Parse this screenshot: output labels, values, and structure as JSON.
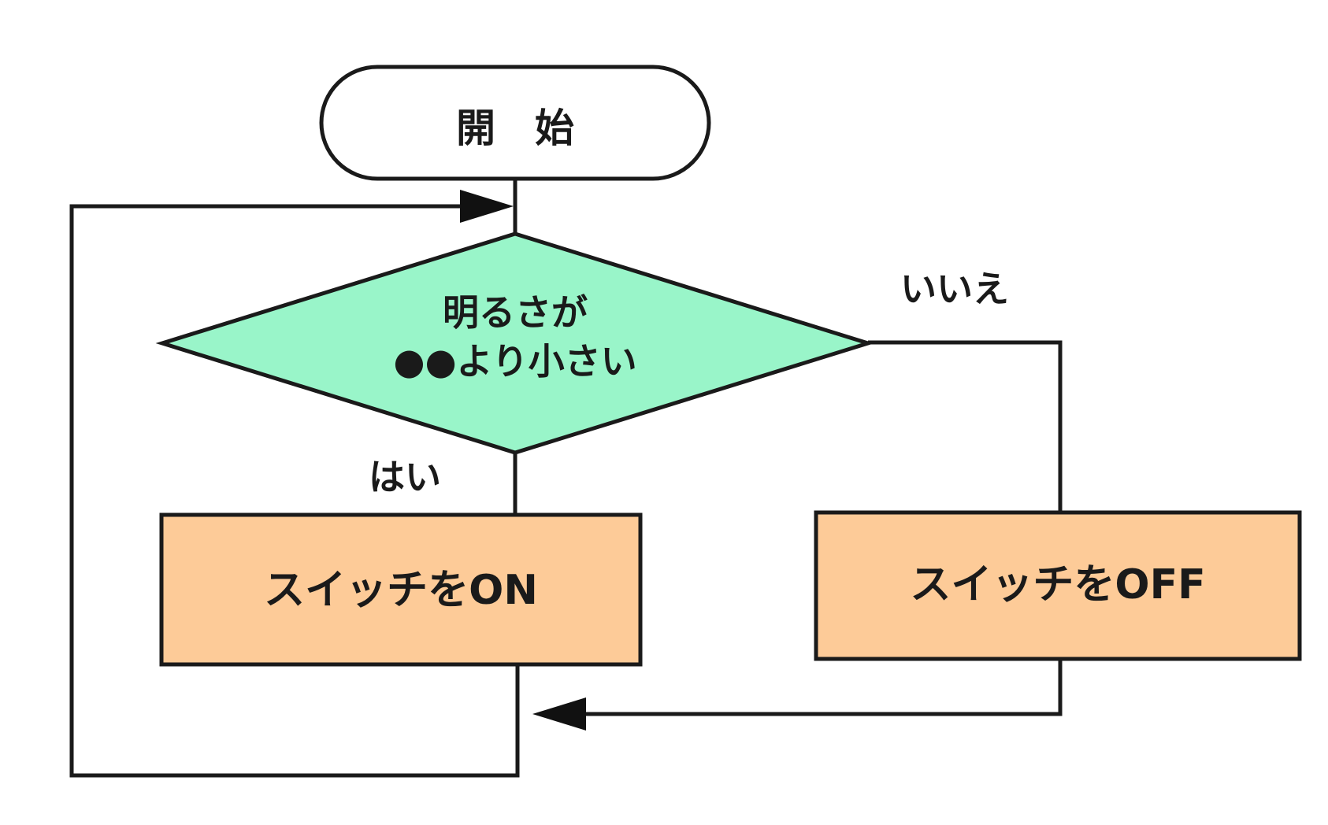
{
  "colors": {
    "decision_fill": "#99f5c9",
    "process_fill": "#fdcb98",
    "terminal_fill": "#ffffff",
    "stroke": "#1a1a1a"
  },
  "nodes": {
    "start": {
      "label": "開　始"
    },
    "decision": {
      "line1": "明るさが",
      "line2": "●●より小さい"
    },
    "switch_on": {
      "label": "スイッチをON"
    },
    "switch_off": {
      "label": "スイッチをOFF"
    }
  },
  "edges": {
    "yes_label": "はい",
    "no_label": "いいえ"
  }
}
